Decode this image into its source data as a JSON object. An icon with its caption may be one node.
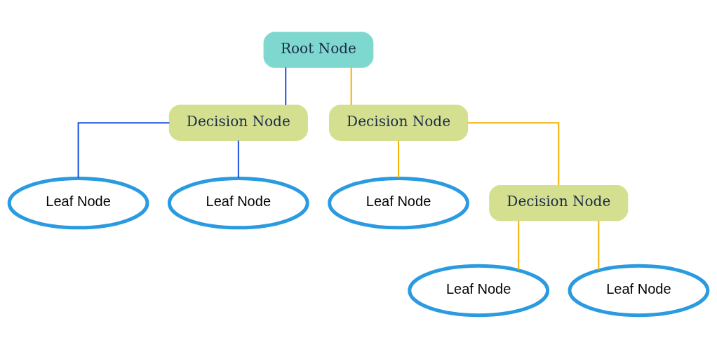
{
  "diagram": {
    "nodes": [
      {
        "text": [
          "Root Node"
        ]
      },
      {
        "text": [
          "Decision Node"
        ]
      },
      {
        "text": [
          "Decision Node"
        ]
      },
      {
        "text": [
          "Leaf Node"
        ]
      },
      {
        "text": [
          "Leaf Node"
        ]
      },
      {
        "text": [
          "Leaf Node"
        ]
      },
      {
        "text": [
          "Decision Node"
        ]
      },
      {
        "text": [
          "Leaf Node"
        ]
      },
      {
        "text": [
          "Leaf Node"
        ]
      }
    ],
    "edges": [
      {
        "from": 0,
        "to": 1,
        "arrow": "none",
        "color": "#1a4fe0"
      },
      {
        "from": 0,
        "to": 2,
        "arrow": "none"
      },
      {
        "from": 1,
        "to": 3,
        "arrow": "none",
        "color": "#1a4fe0"
      },
      {
        "from": 1,
        "to": 4,
        "arrow": "none",
        "color": "#1a4fe0"
      },
      {
        "from": 2,
        "to": 5,
        "arrow": "none"
      },
      {
        "from": 2,
        "to": 6,
        "arrow": "none"
      },
      {
        "from": 6,
        "to": 7,
        "arrow": "none"
      },
      {
        "from": 6,
        "to": 8,
        "arrow": "none"
      }
    ]
  }
}
